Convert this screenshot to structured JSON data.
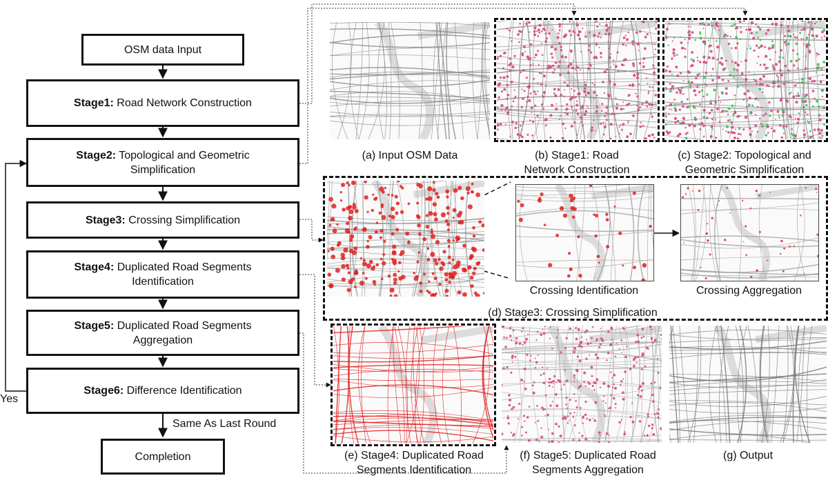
{
  "flow": {
    "input": "OSM data Input",
    "stages": [
      {
        "name": "Stage1:",
        "text": "Road Network Construction"
      },
      {
        "name": "Stage2:",
        "text_line1": "Topological and Geometric",
        "text_line2": "Simplification"
      },
      {
        "name": "Stage3:",
        "text": "Crossing Simplification"
      },
      {
        "name": "Stage4:",
        "text_line1": "Duplicated Road Segments",
        "text_line2": "Identification"
      },
      {
        "name": "Stage5:",
        "text_line1": "Duplicated Road Segments",
        "text_line2": "Aggregation"
      },
      {
        "name": "Stage6:",
        "text": "Difference Identification"
      }
    ],
    "completion": "Completion",
    "yes_label": "Yes",
    "same_label": "Same As Last Round"
  },
  "panels": {
    "a": {
      "line1": "(a) Input OSM Data"
    },
    "b": {
      "line1": "(b) Stage1: Road",
      "line2": "Network Construction"
    },
    "c": {
      "line1": "(c) Stage2: Topological and",
      "line2": "Geometric Simplification"
    },
    "d": {
      "line1": "(d) Stage3: Crossing Simplification",
      "sub1": "Crossing Identification",
      "sub2": "Crossing Aggregation"
    },
    "e": {
      "line1": "(e) Stage4: Duplicated Road",
      "line2": "Segments Identification"
    },
    "f": {
      "line1": "(f) Stage5: Duplicated Road",
      "line2": "Segments Aggregation"
    },
    "g": {
      "line1": "(g) Output"
    }
  },
  "colors": {
    "road_gray": "#8a8a8a",
    "river": "#dcdcdc",
    "pink": "#d6407a",
    "green": "#2fc24a",
    "red": "#e02020"
  }
}
